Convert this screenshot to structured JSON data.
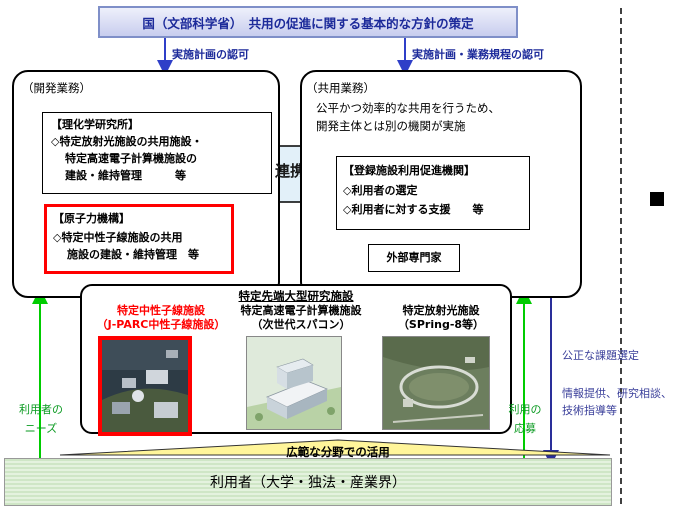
{
  "top_banner": "国（文部科学省）　共用の促進に関する基本的な方針の策定",
  "arrow_labels": {
    "left": "実施計画の認可",
    "right": "実施計画・業務規程の認可"
  },
  "development": {
    "heading": "（開発業務）",
    "riken": {
      "title": "【理化学研究所】",
      "lines": [
        "◇特定放射光施設の共用施設・",
        "特定高速電子計算機施設の",
        "建設・維持管理　　　等"
      ]
    },
    "jaea": {
      "title": "【原子力機構】",
      "lines": [
        "◇特定中性子線施設の共用",
        "施設の建設・維持管理　等"
      ]
    }
  },
  "collaboration": "連携",
  "shared_use": {
    "heading": "（共用業務）",
    "desc": [
      "公平かつ効率的な共用を行うため、",
      "開発主体とは別の機関が実施"
    ],
    "agency": {
      "title": "【登録施設利用促進機関】",
      "lines": [
        "◇利用者の選定",
        "◇利用者に対する支援　　等"
      ]
    },
    "experts": "外部専門家"
  },
  "facilities": {
    "title": "特定先端大型研究施設",
    "items": [
      {
        "name": "特定中性子線施設",
        "sub": "（J-PARC中性子線施設）",
        "color": "#ff0000"
      },
      {
        "name": "特定高速電子計算機施設",
        "sub": "（次世代スパコン）",
        "color": "#000000"
      },
      {
        "name": "特定放射光施設",
        "sub": "（SPring-8等）",
        "color": "#000000"
      }
    ]
  },
  "bottom_banner": "広範な分野での活用",
  "users": "利用者（大学・独法・産業界）",
  "left_side": [
    "利用者の",
    "ニーズ"
  ],
  "right_side": [
    "利用の",
    "応募"
  ],
  "annotations": {
    "fair_selection": "公正な課題選定",
    "support": [
      "情報提供、研究相談、",
      "技術指導等"
    ]
  },
  "colors": {
    "banner_text": "#1c2a9a",
    "arrow_blue": "#2f3fc8",
    "arrow_green": "#00cc00",
    "arrow_navy": "#2a2f9a",
    "highlight_red": "#ff0000"
  }
}
